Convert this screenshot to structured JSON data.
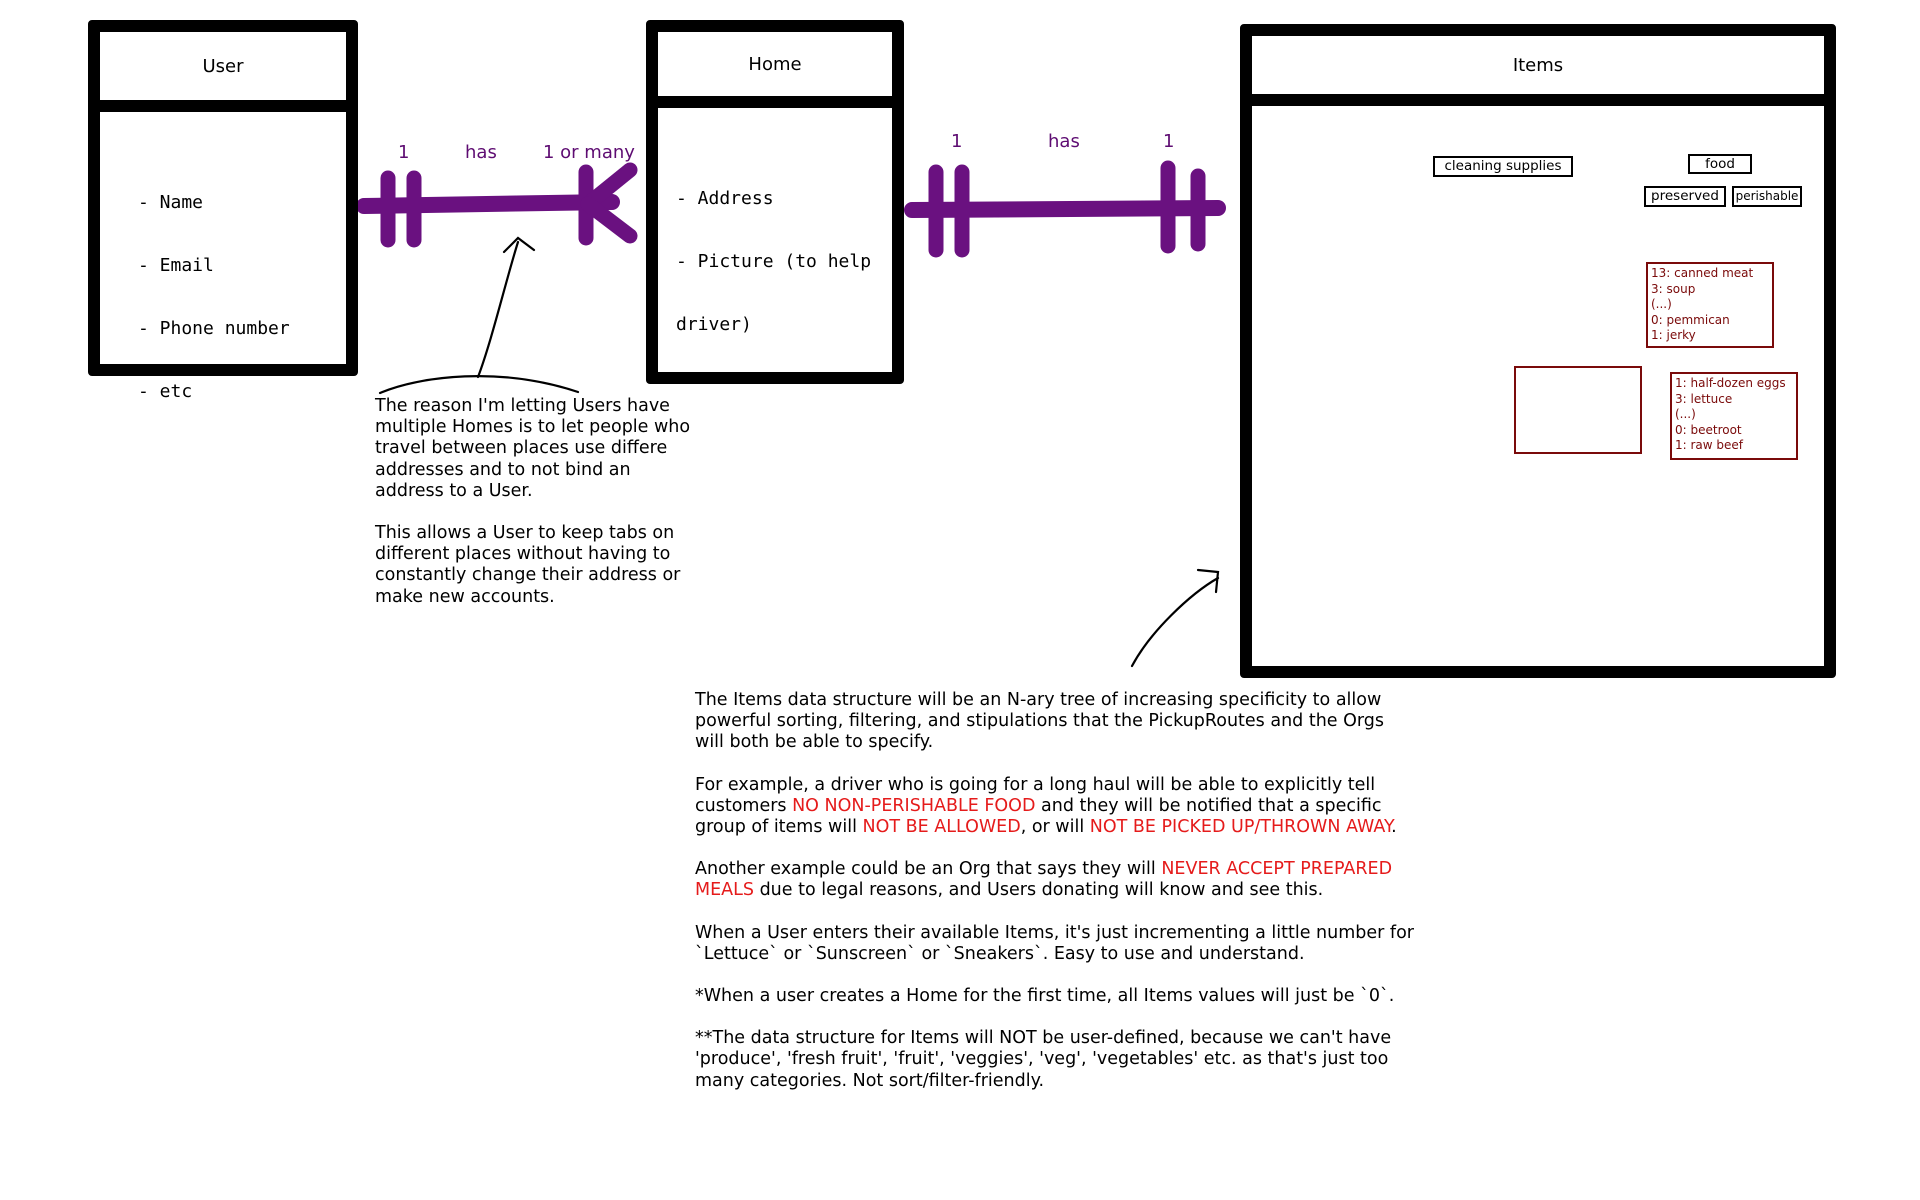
{
  "entities": {
    "user": {
      "title": "User",
      "attributes": [
        "- Name",
        "- Email",
        "- Phone number",
        "- etc"
      ]
    },
    "home": {
      "title": "Home",
      "attributes": [
        "- Address",
        "- Picture (to help",
        "driver)"
      ]
    },
    "items": {
      "title": "Items"
    }
  },
  "relationships": {
    "user_home": {
      "left": "1",
      "verb": "has",
      "right": "1 or many"
    },
    "home_items": {
      "left": "1",
      "verb": "has",
      "right": "1"
    }
  },
  "tree": {
    "root": "root",
    "categories": [
      {
        "label": "cleaning supplies",
        "children": [],
        "items": []
      },
      {
        "label": "food",
        "children": [
          {
            "label": "preserved",
            "items": [
              "13: canned meat",
              "3: soup",
              "(...)",
              "0: pemmican",
              "1: jerky"
            ]
          },
          {
            "label": "perishable",
            "items": [
              "1: half-dozen eggs",
              "3: lettuce",
              "(...)",
              "0: beetroot",
              "1: raw beef"
            ]
          }
        ]
      }
    ]
  },
  "notes": {
    "homes": {
      "paragraphs": [
        "The reason I'm letting Users have multiple Homes is to let people who travel between places use differe  addresses and to not bind an address to a User.",
        "This allows a User to keep tabs on different places without having to constantly change their address or make new accounts."
      ]
    },
    "items": {
      "p1": "The Items data structure will be an N-ary tree of increasing specificity to allow powerful sorting, filtering, and stipulations that the PickupRoutes and the Orgs will both be able to specify.",
      "p2_a": "For example, a driver who is going for a long haul will be able to explicitly tell customers ",
      "p2_b": "NO NON-PERISHABLE FOOD",
      "p2_c": " and they will be notified that a specific group of items will ",
      "p2_d": "NOT BE ALLOWED",
      "p2_e": ", or will ",
      "p2_f": "NOT BE PICKED UP/THROWN AWAY",
      "p2_g": ".",
      "p3_a": "Another example could be an Org that says they will ",
      "p3_b": "NEVER ACCEPT PREPARED MEALS",
      "p3_c": " due to legal reasons, and Users donating will know and see this.",
      "p4": "When a User enters their available Items, it's just incrementing a little number for `Lettuce` or `Sunscreen` or `Sneakers`. Easy to use and understand.",
      "p5": "*When a user creates a Home for the first time, all Items values will just be `0`.",
      "p6": "**The data structure for Items will NOT be user-defined, because we can't have 'produce', 'fresh fruit', 'fruit', 'veggies', 'veg', 'vegetables' etc. as that's just too many categories. Not sort/filter-friendly."
    }
  },
  "colors": {
    "relationship": "#6a1180",
    "emphasis": "#e51b1b",
    "tree_box": "#7a0a0a",
    "ink": "#000000"
  }
}
